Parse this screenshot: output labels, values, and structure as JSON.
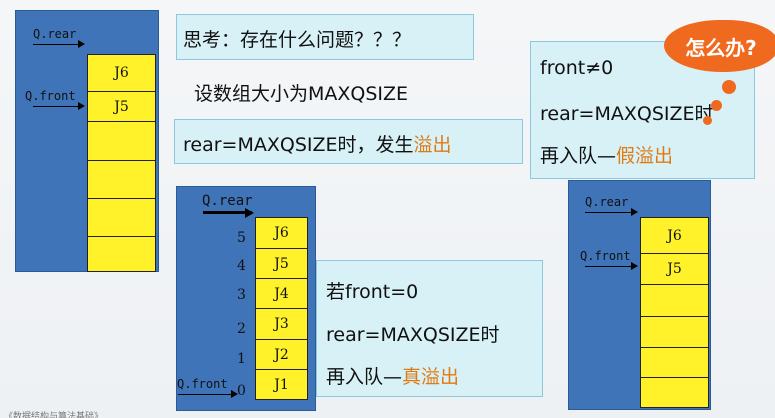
{
  "diagram1": {
    "rear_label": "Q.rear",
    "front_label": "Q.front",
    "cells": [
      "J6",
      "J5",
      "",
      "",
      "",
      ""
    ]
  },
  "thought_box": "思考：存在什么问题？？？",
  "capacity_text": "设数组大小为MAXQSIZE",
  "overflow_box": {
    "prefix": "rear=MAXQSIZE时，发生",
    "highlight": "溢出"
  },
  "diagram2": {
    "rear_label": "Q.rear",
    "front_label": "Q.front",
    "cells": [
      "J6",
      "J5",
      "J4",
      "J3",
      "J2",
      "J1"
    ],
    "indices": [
      "5",
      "4",
      "3",
      "2",
      "1",
      "0"
    ]
  },
  "true_overflow_box": {
    "line1": "若front=0",
    "line2": "rear=MAXQSIZE时",
    "line3_prefix": "再入队—",
    "line3_highlight": "真溢出"
  },
  "false_overflow_box": {
    "line1": "front≠0",
    "line2": "rear=MAXQSIZE时",
    "line3_prefix": "再入队—",
    "line3_highlight": "假溢出"
  },
  "bubble_text": "怎么办?",
  "diagram3": {
    "rear_label": "Q.rear",
    "front_label": "Q.front",
    "cells": [
      "J6",
      "J5",
      "",
      "",
      "",
      ""
    ]
  },
  "footer_text": "《数据结构与算法基础》",
  "colors": {
    "panel": "#3f74b8",
    "queue": "#fff22a",
    "box": "#d7f1f7",
    "accent": "#e07b12",
    "bubble": "#ef6a1f"
  }
}
